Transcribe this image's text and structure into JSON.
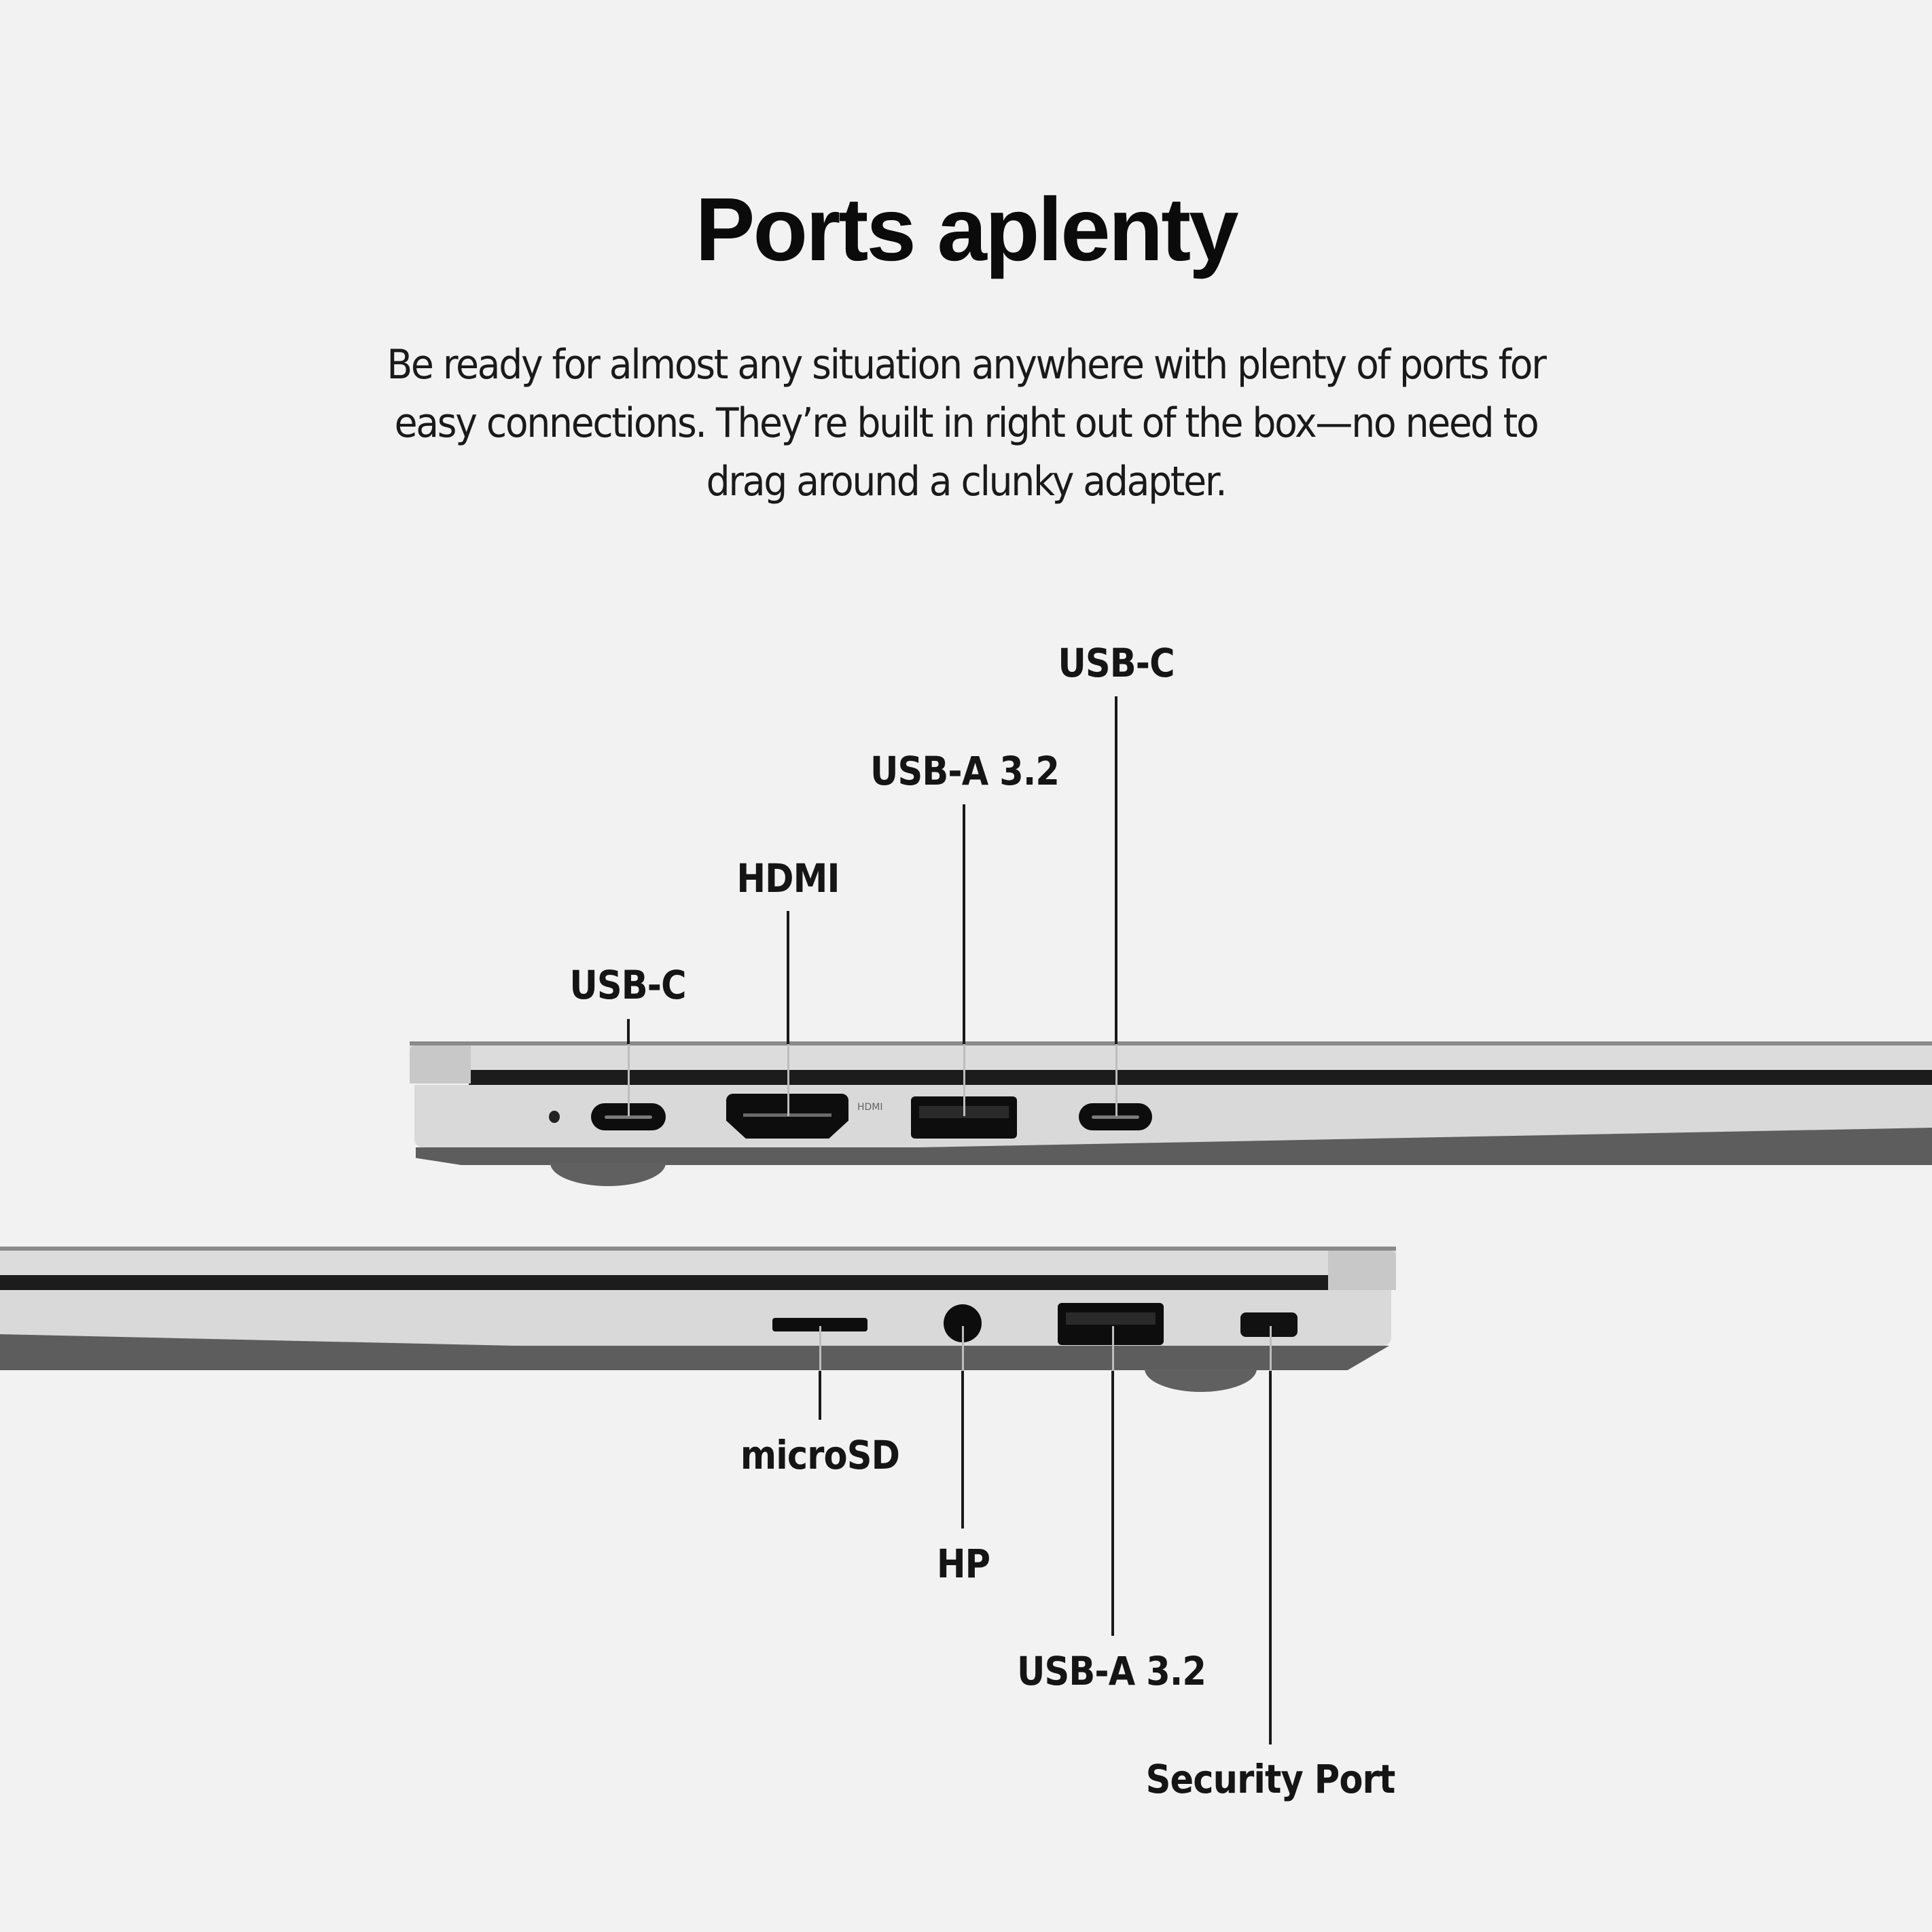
{
  "heading": {
    "title": "Ports aplenty",
    "description": "Be ready for almost any situation anywhere with plenty of ports for easy connections. They’re built in right out of the box—no need to drag around a clunky adapter."
  },
  "left_side": {
    "view": "left side of laptop",
    "ports": [
      {
        "label": "USB-C",
        "icon": "usb-c-port-icon"
      },
      {
        "label": "HDMI",
        "icon": "hdmi-port-icon",
        "engraving": "HDMI"
      },
      {
        "label": "USB-A 3.2",
        "icon": "usb-a-port-icon"
      },
      {
        "label": "USB-C",
        "icon": "usb-c-port-icon"
      }
    ]
  },
  "right_side": {
    "view": "right side of laptop",
    "ports": [
      {
        "label": "microSD",
        "icon": "microsd-slot-icon"
      },
      {
        "label": "HP",
        "icon": "headphone-jack-icon"
      },
      {
        "label": "USB-A 3.2",
        "icon": "usb-a-port-icon"
      },
      {
        "label": "Security Port",
        "icon": "security-lock-slot-icon"
      }
    ]
  },
  "colors": {
    "background": "#f2f2f2",
    "text": "#111111",
    "chassis_silver": "#d9d9d9",
    "chassis_dark": "#5d5d5d"
  }
}
